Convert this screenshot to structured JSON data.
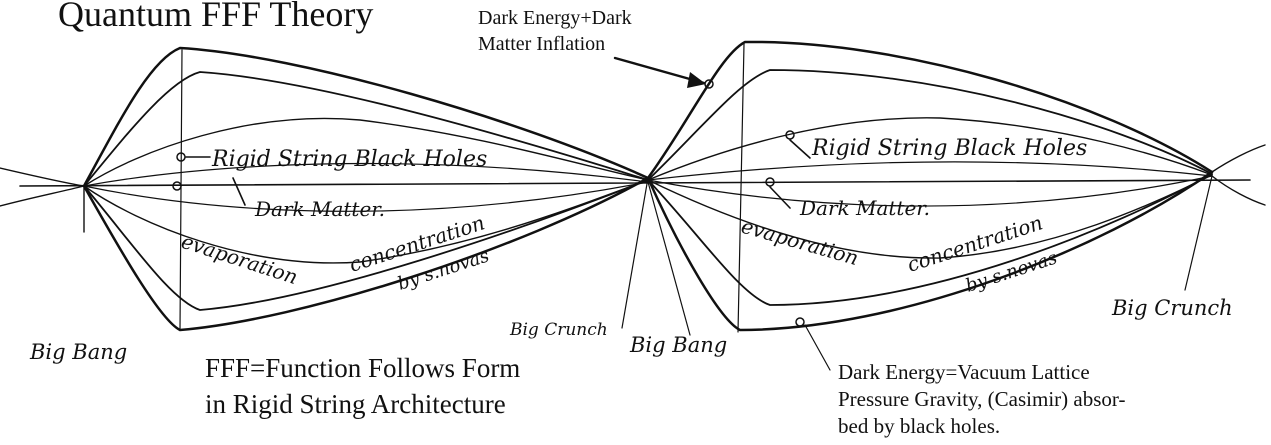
{
  "title": "Quantum FFF Theory",
  "callouts": {
    "inflation": [
      "Dark Energy+Dark",
      "Matter Inflation"
    ],
    "fff": [
      "FFF=Function Follows Form",
      "in Rigid String Architecture"
    ],
    "dark_energy": [
      "Dark Energy=Vacuum Lattice",
      "Pressure Gravity, (Casimir) absor-",
      "bed by black holes."
    ]
  },
  "handwritten": {
    "rigid_left": "Rigid String Black Holes",
    "dark_left": "Dark Matter.",
    "evap_left": "evaporation",
    "conc_left_1": "concentration",
    "conc_left_2": "by s.novas",
    "rigid_right": "Rigid String Black Holes",
    "dark_right": "Dark Matter.",
    "evap_right": "evaporation",
    "conc_right_1": "concentration",
    "conc_right_2": "by s.novas",
    "big_bang_1": "Big Bang",
    "big_crunch_1": "Big Crunch",
    "big_bang_2": "Big Bang",
    "big_crunch_2": "Big Crunch"
  }
}
